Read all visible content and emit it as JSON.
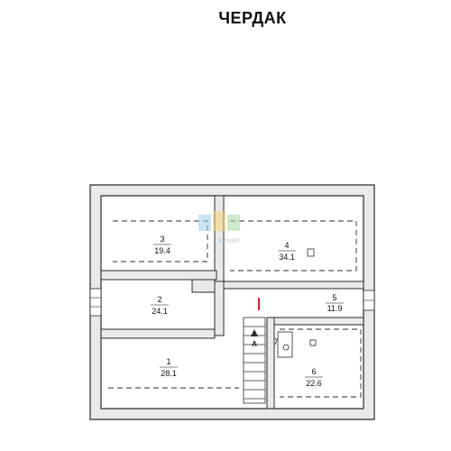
{
  "title": "ЧЕРДАК",
  "rooms": [
    {
      "number": "1",
      "area": "28.1"
    },
    {
      "number": "2",
      "area": "24.1"
    },
    {
      "number": "3",
      "area": "19.4"
    },
    {
      "number": "4",
      "area": "34.1"
    },
    {
      "number": "5",
      "area": "11.9"
    },
    {
      "number": "6",
      "area": "22.6"
    },
    {
      "number": "7",
      "area": ""
    }
  ],
  "stair_label": "А",
  "watermark": {
    "text": "Retailer",
    "colors": [
      "#9fd0ea",
      "#f3d27a",
      "#a9d6a2"
    ]
  },
  "colors": {
    "wall": "#2b2b2b",
    "wall_fill": "#e9e9e9",
    "marker": "#d9232e"
  }
}
